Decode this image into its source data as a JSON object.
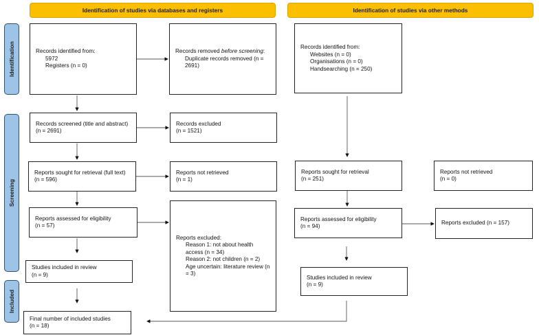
{
  "headers": {
    "databases": "Identification of studies via databases and registers",
    "other": "Identification of studies via other methods"
  },
  "phases": {
    "identification": "Identification",
    "screening": "Screening",
    "included": "Included"
  },
  "left": {
    "identified": {
      "title": "Records identified from:",
      "lines": [
        "5972",
        "Registers (n = 0)"
      ]
    },
    "removed": {
      "title_a": "Records removed ",
      "title_em": "before screening",
      "title_b": ":",
      "lines": [
        "Duplicate records removed (n = 2691)"
      ]
    },
    "screened": {
      "title": "Records screened (title and abstract)",
      "n": "(n = 2691)"
    },
    "excluded": {
      "title": "Records excluded",
      "n": "(n = 1521)"
    },
    "sought": {
      "title": "Reports sought for retrieval (full text)",
      "n": "(n = 596)"
    },
    "not_retrieved": {
      "title": "Reports not retrieved",
      "n": "(n = 1)"
    },
    "assessed": {
      "title": "Reports assessed for eligibility",
      "n": "(n = 57)"
    },
    "reports_excluded": {
      "title": "Reports excluded:",
      "lines": [
        "Reason 1: not about health access (n = 34)",
        "Reason 2: not children (n = 2)",
        "Age uncertain: literature review (n = 3)"
      ]
    },
    "included": {
      "title": "Studies included in review",
      "n": "(n = 9)"
    },
    "final": {
      "title": "Final number of included studies",
      "n": "(n = 18)"
    }
  },
  "right": {
    "identified": {
      "title": "Records identified from:",
      "lines": [
        "Websites (n = 0)",
        "Organisations (n = 0)",
        "Handsearching (n = 250)"
      ]
    },
    "sought": {
      "title": "Reports sought for retrieval",
      "n": "(n = 251)"
    },
    "not_retrieved": {
      "title": "Reports not retrieved",
      "n": "(n = 0)"
    },
    "assessed": {
      "title": "Reports assessed for eligibility",
      "n": "(n =  94)"
    },
    "excluded": {
      "title": "Reports excluded (n = 157)"
    },
    "included": {
      "title": "Studies included in review",
      "n": "(n =  9)"
    }
  },
  "colors": {
    "header": "#fbbf00",
    "phase": "#9dc3e6"
  }
}
